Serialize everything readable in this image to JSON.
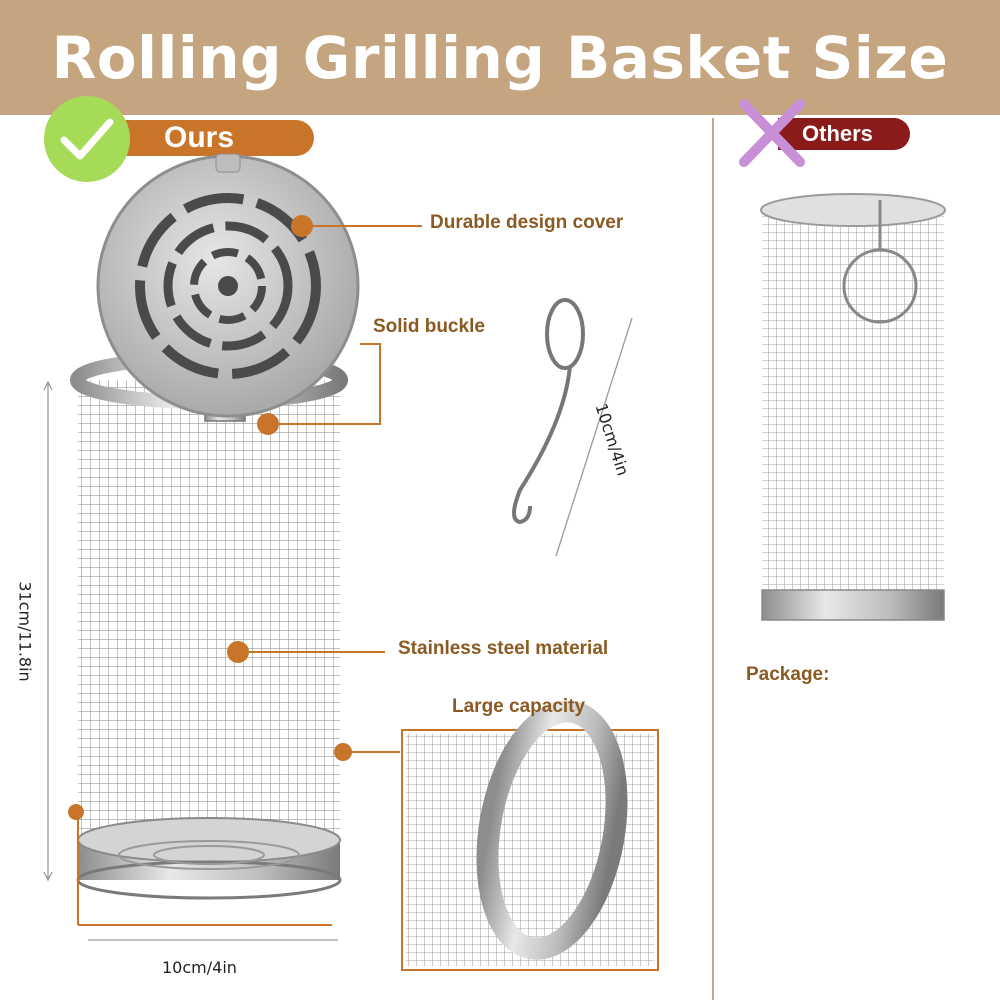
{
  "title": "Rolling Grilling Basket Size",
  "ours_label": "Ours",
  "others_label": "Others",
  "features": {
    "cover": "Durable design cover",
    "buckle": "Solid buckle",
    "material": "Stainless steel material",
    "capacity": "Large capacity"
  },
  "dimensions": {
    "height": "31cm/11.8in",
    "width": "10cm/4in",
    "hook": "10cm/4in"
  },
  "package_label": "Package:",
  "colors": {
    "banner": "#c4a57f",
    "accent": "#c8752a",
    "label_text": "#8a5a22",
    "check": "#a6db58",
    "cross": "#c98fd6",
    "others_pill": "#8b1a1a"
  }
}
